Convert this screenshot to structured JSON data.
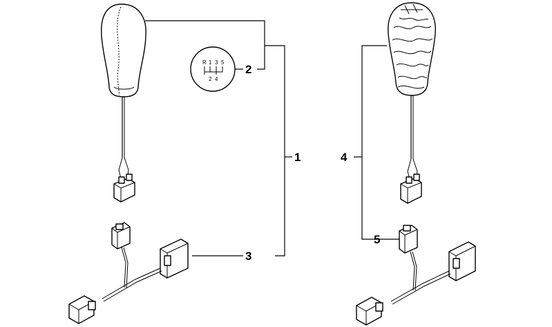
{
  "callouts": {
    "c1": "1",
    "c2": "2",
    "c3": "3",
    "c4": "4",
    "c5": "5"
  },
  "shift_pattern": {
    "top": [
      "R",
      "1",
      "3",
      "5"
    ],
    "bottom": [
      "2",
      "4"
    ]
  }
}
